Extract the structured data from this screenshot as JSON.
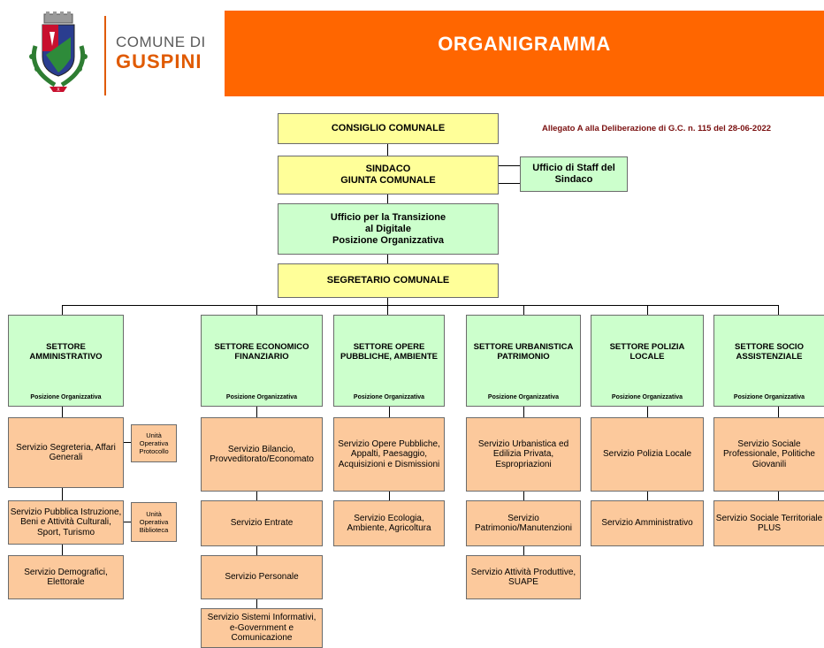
{
  "header": {
    "logo_line1": "COMUNE DI",
    "logo_line2": "GUSPINI",
    "banner_title": "ORGANIGRAMMA",
    "colors": {
      "banner": "#ff6600",
      "logo_accent": "#e05a00"
    }
  },
  "attachment_note": "Allegato A alla Deliberazione di G.C. n. 115 del 28-06-2022",
  "top": {
    "consiglio": "CONSIGLIO COMUNALE",
    "sindaco_line1": "SINDACO",
    "sindaco_line2": "GIUNTA COMUNALE",
    "staff_line1": "Ufficio di Staff del",
    "staff_line2": "Sindaco",
    "transizione_line1": "Ufficio per la Transizione",
    "transizione_line2": "al Digitale",
    "transizione_line3": "Posizione Organizzativa",
    "segretario": "SEGRETARIO COMUNALE"
  },
  "sectors": [
    {
      "name_line1": "SETTORE",
      "name_line2": "AMMINISTRATIVO",
      "po": "Posizione Organizzativa",
      "services": [
        {
          "line1": "Servizio Segreteria, Affari",
          "line2": "Generali",
          "line3": ""
        },
        {
          "line1": "Servizio Pubblica Istruzione,",
          "line2": "Beni e Attività Culturali,",
          "line3": "Sport, Turismo"
        },
        {
          "line1": "Servizio Demografici,",
          "line2": "Elettorale",
          "line3": ""
        }
      ],
      "units": [
        {
          "line1": "Unità",
          "line2": "Operativa",
          "line3": "Protocollo"
        },
        {
          "line1": "Unità",
          "line2": "Operativa",
          "line3": "Biblioteca"
        }
      ]
    },
    {
      "name_line1": "SETTORE ECONOMICO",
      "name_line2": "FINANZIARIO",
      "po": "Posizione Organizzativa",
      "services": [
        {
          "line1": "Servizio Bilancio,",
          "line2": "Provveditorato/Economato",
          "line3": ""
        },
        {
          "line1": "Servizio Entrate",
          "line2": "",
          "line3": ""
        },
        {
          "line1": "Servizio Personale",
          "line2": "",
          "line3": ""
        },
        {
          "line1": "Servizio Sistemi Informativi,",
          "line2": "e-Government e",
          "line3": "Comunicazione"
        }
      ]
    },
    {
      "name_line1": "SETTORE OPERE",
      "name_line2": "PUBBLICHE, AMBIENTE",
      "po": "Posizione Organizzativa",
      "services": [
        {
          "line1": "Servizio Opere Pubbliche,",
          "line2": "Appalti, Paesaggio,",
          "line3": "Acquisizioni e Dismissioni"
        },
        {
          "line1": "Servizio Ecologia,",
          "line2": "Ambiente, Agricoltura",
          "line3": ""
        }
      ]
    },
    {
      "name_line1": "SETTORE URBANISTICA",
      "name_line2": "PATRIMONIO",
      "po": "Posizione Organizzativa",
      "services": [
        {
          "line1": "Servizio Urbanistica ed",
          "line2": "Edilizia Privata,",
          "line3": "Espropriazioni"
        },
        {
          "line1": "Servizio",
          "line2": "Patrimonio/Manutenzioni",
          "line3": ""
        },
        {
          "line1": "Servizio Attività Produttive,",
          "line2": "SUAPE",
          "line3": ""
        }
      ]
    },
    {
      "name_line1": "SETTORE  POLIZIA",
      "name_line2": "LOCALE",
      "po": "Posizione Organizzativa",
      "services": [
        {
          "line1": "Servizio Polizia Locale",
          "line2": "",
          "line3": ""
        },
        {
          "line1": "Servizio Amministrativo",
          "line2": "",
          "line3": ""
        }
      ]
    },
    {
      "name_line1": "SETTORE SOCIO",
      "name_line2": "ASSISTENZIALE",
      "po": "Posizione Organizzativa",
      "services": [
        {
          "line1": "Servizio Sociale",
          "line2": "Professionale, Politiche",
          "line3": "Giovanili"
        },
        {
          "line1": "Servizio Sociale Territoriale",
          "line2": "PLUS",
          "line3": ""
        }
      ]
    }
  ]
}
